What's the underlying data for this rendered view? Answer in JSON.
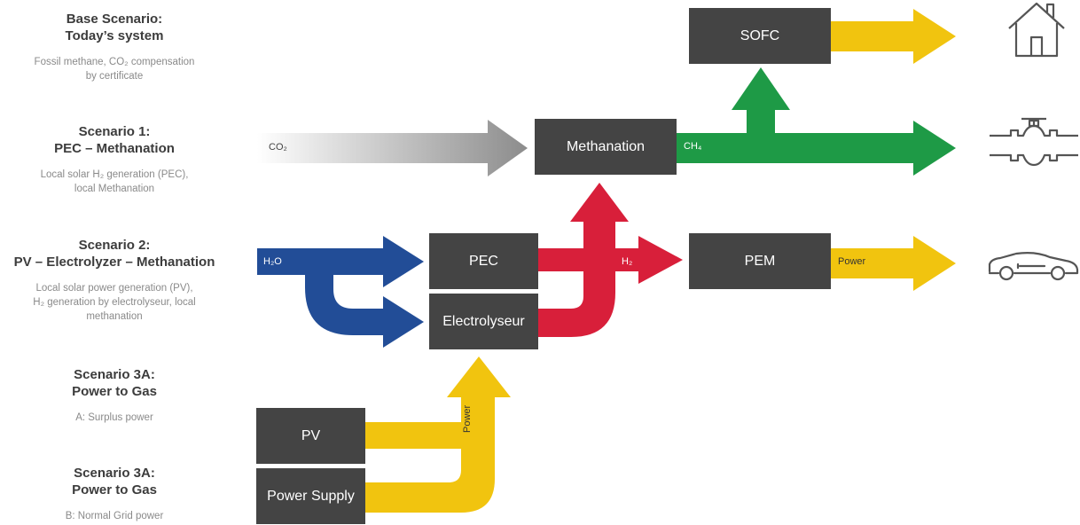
{
  "scenarios": [
    {
      "title1": "Base Scenario:",
      "title2": "Today’s system",
      "desc": [
        "Fossil methane, CO₂ compensation",
        "by certificate"
      ]
    },
    {
      "title1": "Scenario 1:",
      "title2": "PEC – Methanation",
      "desc": [
        "Local solar H₂ generation (PEC),",
        "local Methanation"
      ]
    },
    {
      "title1": "Scenario 2:",
      "title2": "PV – Electrolyzer – Methanation",
      "desc": [
        "Local solar power generation (PV),",
        "H₂ generation by electrolyseur, local",
        "methanation"
      ]
    },
    {
      "title1": "Scenario 3A:",
      "title2": "Power to Gas",
      "desc": [
        "A: Surplus power"
      ]
    },
    {
      "title1": "Scenario 3A:",
      "title2": "Power to Gas",
      "desc": [
        "B: Normal Grid power"
      ]
    }
  ],
  "boxes": {
    "sofc": "SOFC",
    "methanation": "Methanation",
    "pec": "PEC",
    "electrolyseur": "Electrolyseur",
    "pem": "PEM",
    "pv": "PV",
    "power_supply": "Power Supply"
  },
  "flow_labels": {
    "co2": "CO₂",
    "ch4": "CH₄",
    "h2o": "H₂O",
    "h2": "H₂",
    "power_pem": "Power",
    "power_vertical": "Power"
  },
  "icons": [
    "house-icon",
    "gas-pipe-valve-icon",
    "car-icon"
  ],
  "colors": {
    "co2_gradient_start": "#ffffff",
    "co2_gradient_end": "#8c8c8c",
    "methane": "#1e9a46",
    "hydrogen": "#d81f3a",
    "water": "#224d97",
    "power": "#f1c40f",
    "box": "#444444"
  }
}
